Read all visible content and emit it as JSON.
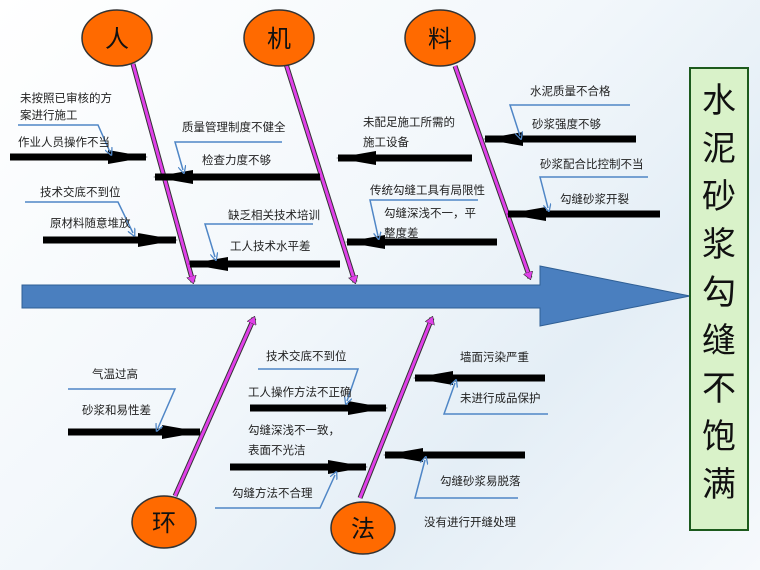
{
  "effect": {
    "chars": [
      "水",
      "泥",
      "砂",
      "浆",
      "勾",
      "缝",
      "不",
      "饱",
      "满"
    ]
  },
  "categories": {
    "ren": "人",
    "ji": "机",
    "liao": "料",
    "huan": "环",
    "fa": "法"
  },
  "causes": {
    "ren": [
      "未按照已审核的方",
      "案进行施工",
      "作业人员操作不当",
      "质量管理制度不健全",
      "检查力度不够",
      "技术交底不到位",
      "原材料随意堆放",
      "缺乏相关技术培训",
      "工人技术水平差"
    ],
    "ji": [
      "未配足施工所需的",
      "施工设备",
      "传统勾缝工具有局限性",
      "勾缝深浅不一，平",
      "整度差"
    ],
    "liao": [
      "水泥质量不合格",
      "砂浆强度不够",
      "砂浆配合比控制不当",
      "勾缝砂浆开裂"
    ],
    "huan": [
      "气温过高",
      "砂浆和易性差"
    ],
    "fa": [
      "技术交底不到位",
      "工人操作方法不正确",
      "勾缝深浅不一致，",
      "表面不光洁",
      "勾缝方法不合理",
      "墙面污染严重",
      "未进行成品保护",
      "勾缝砂浆易脱落",
      "没有进行开缝处理"
    ]
  },
  "colors": {
    "oval": "#ff6a00",
    "spine": "#4a7fbf",
    "bone": "#e040e8",
    "effect_box": "#d9f2c9"
  }
}
